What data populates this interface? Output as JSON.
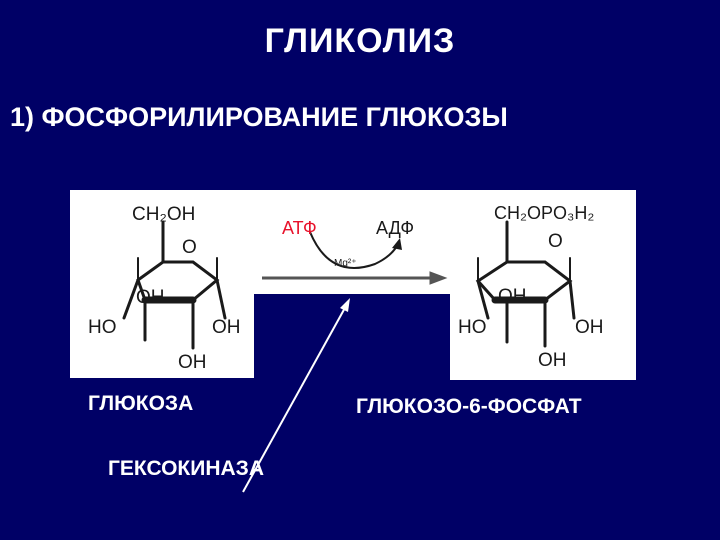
{
  "slide": {
    "title": "ГЛИКОЛИЗ",
    "subtitle": "1) ФОСФОРИЛИРОВАНИЕ  ГЛЮКОЗЫ"
  },
  "reaction": {
    "substrate": {
      "name": "ГЛЮКОЗА",
      "groups": {
        "c6": "CH₂OH",
        "ring_o": "O",
        "c1": "OH",
        "c2": "OH",
        "c3": "OH",
        "c4": "HO"
      }
    },
    "product": {
      "name": "ГЛЮКОЗО-6-ФОСФАТ",
      "groups": {
        "c6": "CH₂OPO₃H₂",
        "ring_o": "O",
        "c1": "OH",
        "c2": "OH",
        "c3": "OH",
        "c4": "HO"
      }
    },
    "cofactor_in": "АТФ",
    "cofactor_out": "АДФ",
    "ion": "Mg²⁺",
    "enzyme": "ГЕКСОКИНАЗА"
  },
  "colors": {
    "background": "#000066",
    "text": "#ffffff",
    "panel": "#ffffff",
    "atp": "#e8122b",
    "ink": "#1a1a1a"
  }
}
